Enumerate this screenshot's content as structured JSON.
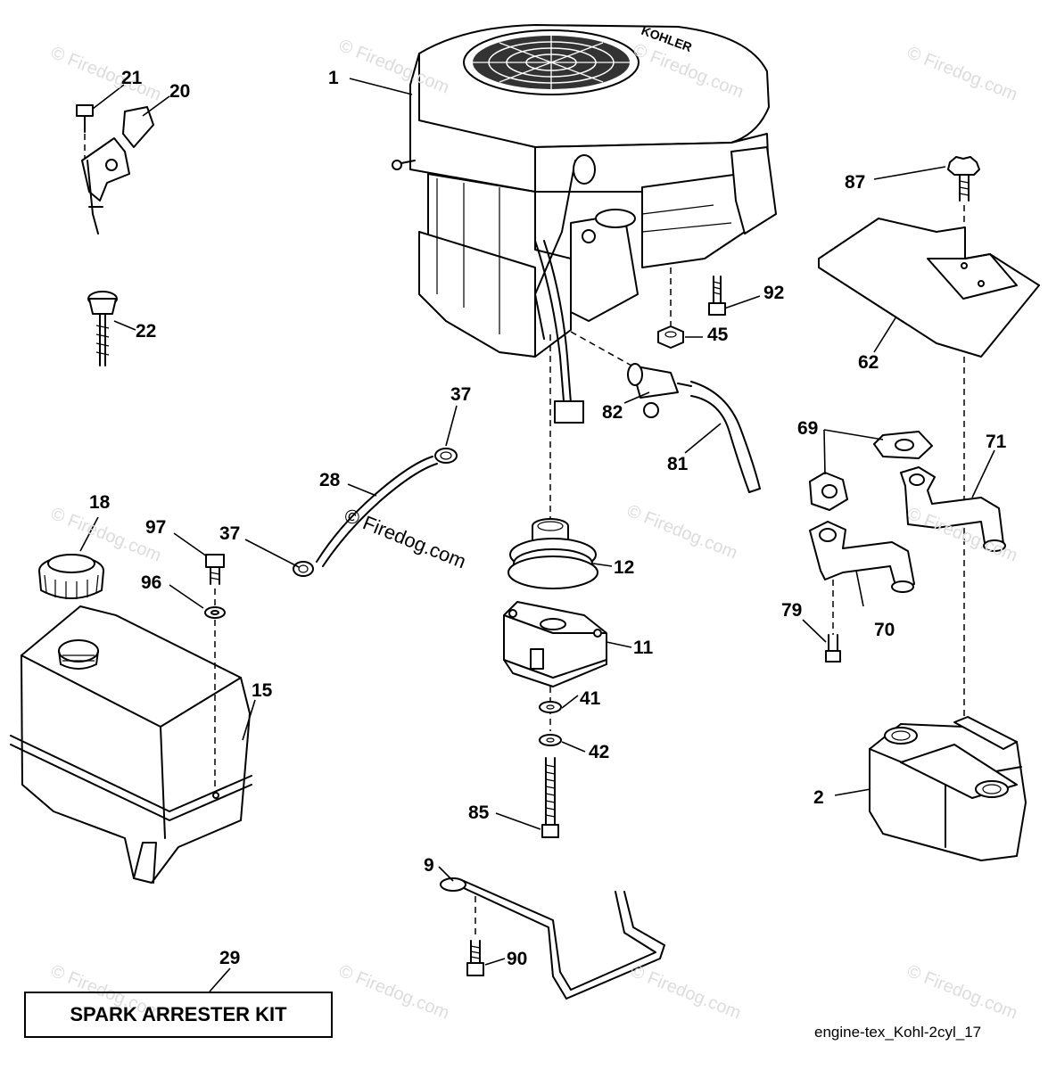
{
  "watermark": {
    "text": "© Firedog.com"
  },
  "labels": {
    "l1": "1",
    "l2": "2",
    "l9": "9",
    "l11": "11",
    "l12": "12",
    "l15": "15",
    "l18": "18",
    "l20": "20",
    "l21": "21",
    "l22": "22",
    "l28": "28",
    "l29": "29",
    "l37a": "37",
    "l37b": "37",
    "l41": "41",
    "l42": "42",
    "l45": "45",
    "l62": "62",
    "l69": "69",
    "l70": "70",
    "l71": "71",
    "l79": "79",
    "l81": "81",
    "l82": "82",
    "l85": "85",
    "l87": "87",
    "l90": "90",
    "l92": "92",
    "l96": "96",
    "l97": "97"
  },
  "engine_brand": "KOHLER",
  "spark_arrester_kit": "SPARK ARRESTER KIT",
  "diagram_code": "engine-tex_Kohl-2cyl_17"
}
